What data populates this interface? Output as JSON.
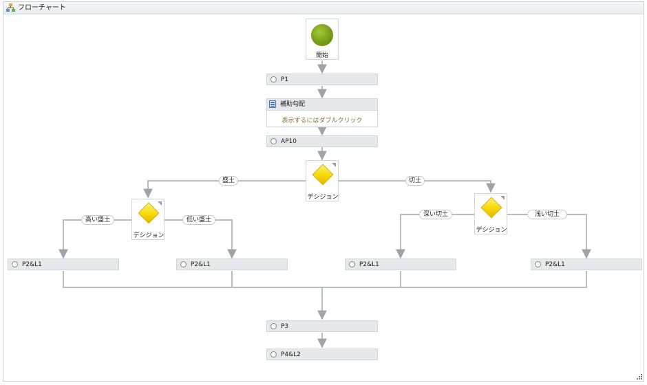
{
  "window": {
    "title": "フローチャート"
  },
  "start": {
    "label": "開始"
  },
  "activities": {
    "p1": "P1",
    "ap10": "AP10",
    "p2l1_a": "P2&L1",
    "p2l1_b": "P2&L1",
    "p2l1_c": "P2&L1",
    "p2l1_d": "P2&L1",
    "p3": "P3",
    "p4l2": "P4&L2"
  },
  "sequence": {
    "title": "補助勾配",
    "hint": "表示するにはダブルクリック"
  },
  "decisions": {
    "main": {
      "label": "デシジョン",
      "true_label": "盛土",
      "false_label": "切土"
    },
    "left": {
      "label": "デシジョン",
      "true_label": "高い盛土",
      "false_label": "低い盛土"
    },
    "right": {
      "label": "デシジョン",
      "true_label": "深い切土",
      "false_label": "浅い切土"
    }
  },
  "colors": {
    "connector": "#b8bcc2",
    "arrow": "#a0a4aa",
    "start": "#7fa61a",
    "decision": "#f7d800"
  },
  "icons": {
    "title": "flowchart-icon",
    "sequence": "sequence-icon",
    "resize": "resize-grip-icon"
  }
}
